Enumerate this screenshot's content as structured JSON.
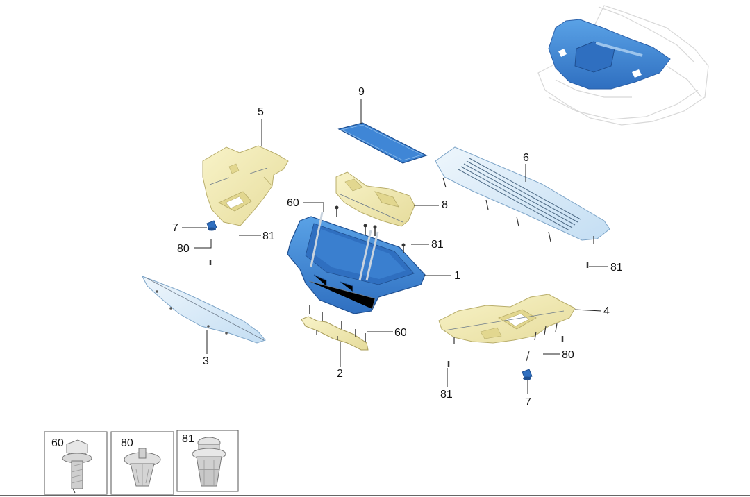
{
  "labels": {
    "p1": "1",
    "p2": "2",
    "p3": "3",
    "p4": "4",
    "p5": "5",
    "p6": "6",
    "p7_left": "7",
    "p7_right": "7",
    "p8": "8",
    "p9": "9",
    "p60_tray": "60",
    "p60_bracket": "60",
    "p80_left": "80",
    "p80_right": "80",
    "p81_left": "81",
    "p81_tray": "81",
    "p81_panel": "81",
    "p81_bottom": "81"
  },
  "legend": [
    {
      "label": "60",
      "icon": "bolt-icon"
    },
    {
      "label": "80",
      "icon": "push-rivet-icon"
    },
    {
      "label": "81",
      "icon": "clip-icon"
    }
  ],
  "colors": {
    "blue_part": "#3f86d6",
    "blue_dark": "#2a5fa8",
    "light_blue": "#d2e7f7",
    "beige": "#f3edb8",
    "beige_dark": "#d8cf8c",
    "ghost": "#d8d8d8"
  }
}
